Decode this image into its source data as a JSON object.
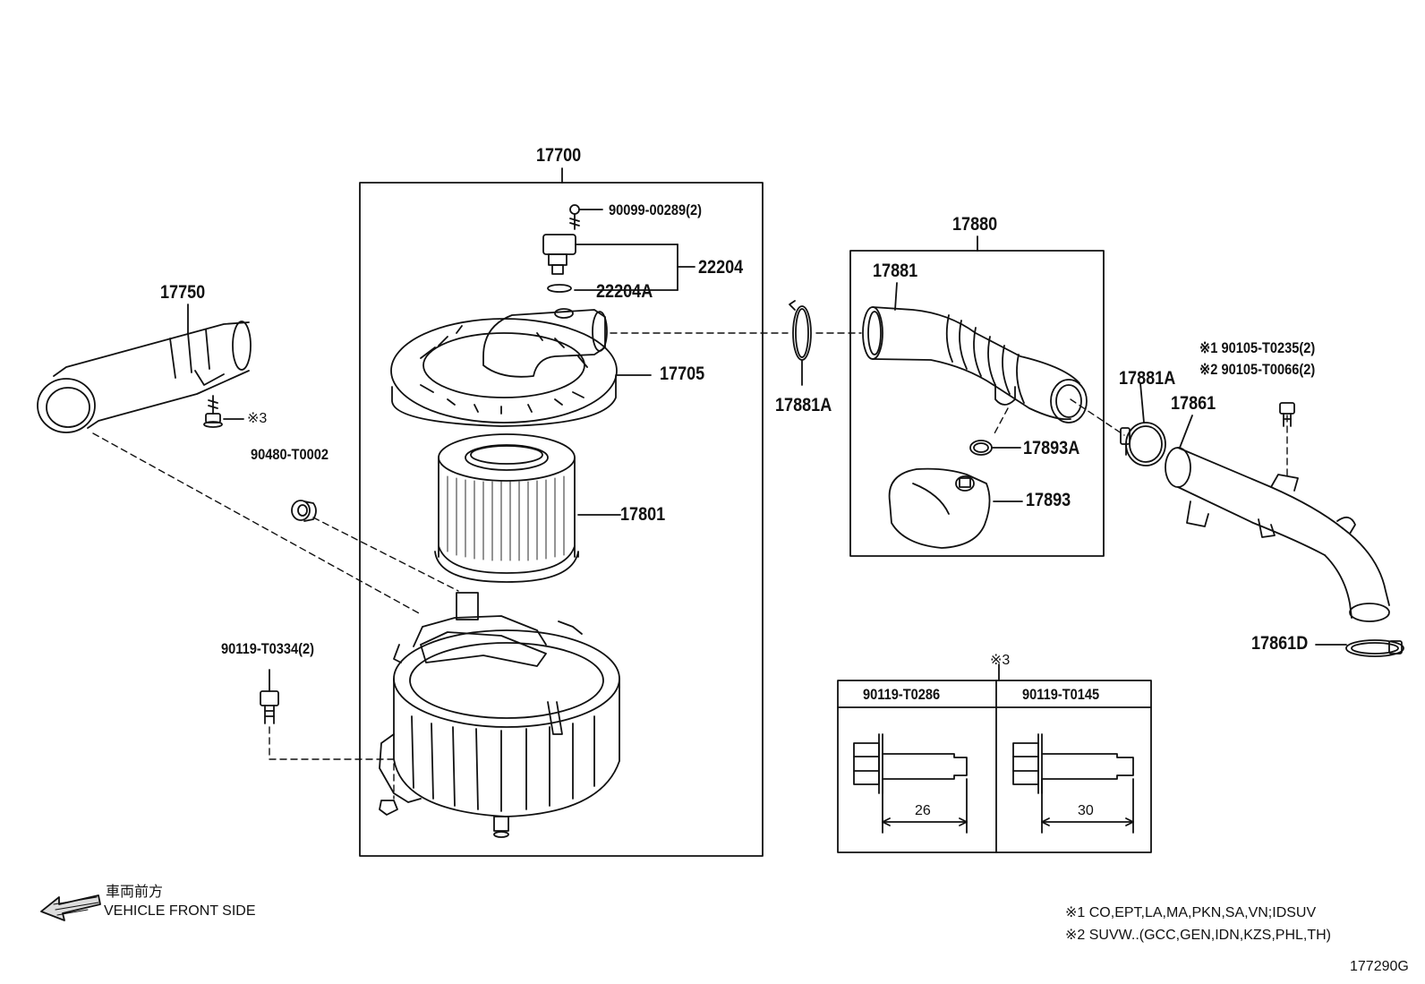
{
  "labels": {
    "p17700": "17700",
    "p90099": "90099-00289(2)",
    "p22204": "22204",
    "p22204A": "22204A",
    "p17705": "17705",
    "p17801": "17801",
    "p17750": "17750",
    "p_star3": "※3",
    "p90480": "90480-T0002",
    "p90119_t0334": "90119-T0334(2)",
    "p17880": "17880",
    "p17881": "17881",
    "p17881A_left": "17881A",
    "p17893A": "17893A",
    "p17893": "17893",
    "p17881A_right": "17881A",
    "p17861": "17861",
    "p17861D": "17861D",
    "p90105_t0235": "※1  90105-T0235(2)",
    "p90105_t0066": "※2  90105-T0066(2)"
  },
  "bolt_table": {
    "marker": "※3",
    "col1_part": "90119-T0286",
    "col2_part": "90119-T0145",
    "col1_length": "26",
    "col2_length": "30"
  },
  "orientation": {
    "japanese": "車両前方",
    "english": "VEHICLE FRONT SIDE"
  },
  "footnotes": {
    "note1": "※1 CO,EPT,LA,MA,PKN,SA,VN;IDSUV",
    "note2": "※2 SUVW..(GCC,GEN,IDN,KZS,PHL,TH)"
  },
  "figure_id": "177290G"
}
